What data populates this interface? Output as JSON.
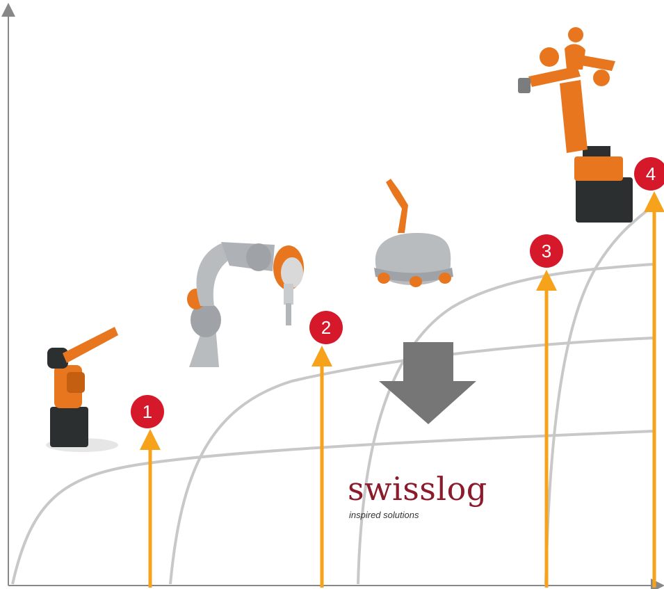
{
  "markers": [
    {
      "number": "1"
    },
    {
      "number": "2"
    },
    {
      "number": "3"
    },
    {
      "number": "4"
    }
  ],
  "logo": {
    "wordmark": "swisslog",
    "tagline": "inspired solutions"
  },
  "colors": {
    "axis": "#888888",
    "curve": "#c8c8c8",
    "arrow": "#f7a21b",
    "marker": "#d5192b",
    "down_arrow": "#767676",
    "robot_orange": "#e8761e",
    "robot_dark": "#2c2f30",
    "robot_silver": "#b9bcbf"
  }
}
